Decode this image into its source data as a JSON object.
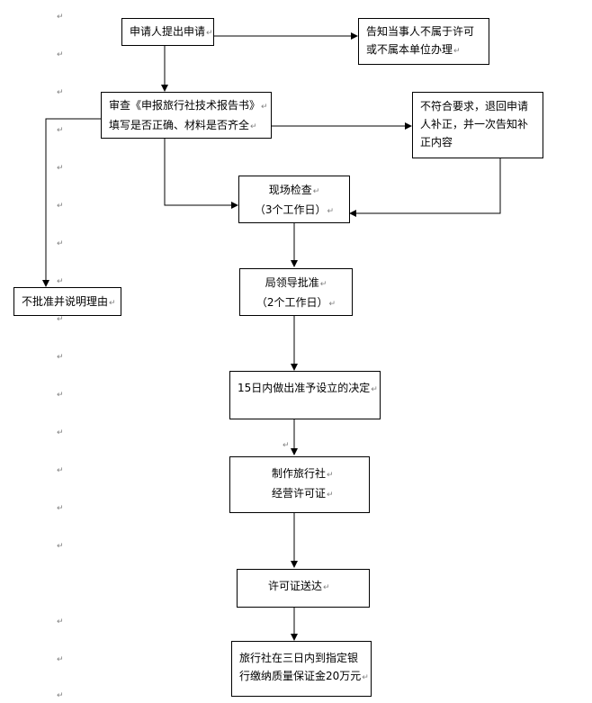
{
  "paragraph_mark": "↵",
  "nodes": {
    "apply": {
      "lines": [
        "申请人提出申请"
      ]
    },
    "notify": {
      "lines": [
        "告知当事人不属于许可",
        "或不属本单位办理"
      ]
    },
    "review": {
      "lines": [
        "审查《申报旅行社技术报告书》",
        "填写是否正确、材料是否齐全"
      ]
    },
    "supplement": {
      "lines": [
        "不符合要求，退回申请",
        "人补正，并一次告知补",
        "正内容"
      ]
    },
    "inspect": {
      "lines": [
        "现场检查",
        "（3个工作日）"
      ]
    },
    "reject": {
      "lines": [
        "不批准并说明理由"
      ]
    },
    "approve": {
      "lines": [
        "局领导批准",
        "（2个工作日）"
      ]
    },
    "decide": {
      "lines": [
        "15日内做出准予设立的决定"
      ]
    },
    "make_license": {
      "lines": [
        "制作旅行社",
        "经营许可证"
      ]
    },
    "deliver": {
      "lines": [
        "许可证送达"
      ]
    },
    "deposit": {
      "lines": [
        "旅行社在三日内到指定银",
        "行缴纳质量保证金20万元"
      ]
    }
  }
}
